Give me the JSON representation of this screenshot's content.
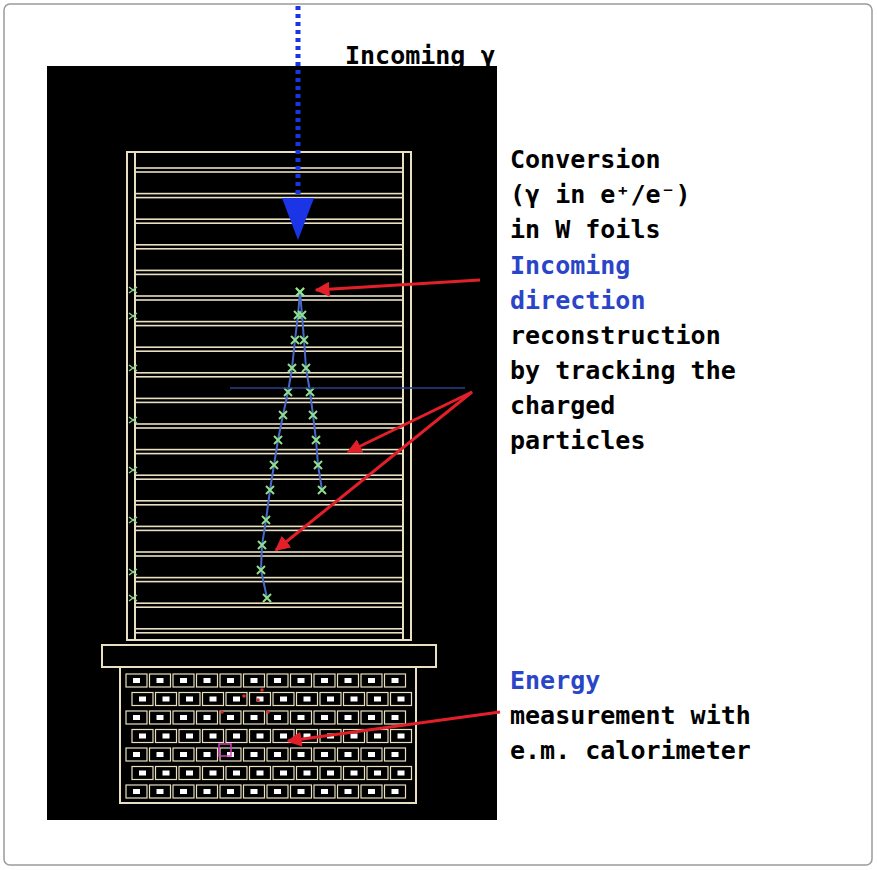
{
  "diagram": {
    "labels": [
      "Incoming γ",
      "Conversion (γ in e⁺/e⁻) in W foils",
      "Incoming direction",
      "reconstruction by tracking the charged particles",
      "Energy",
      "measurement with e.m. calorimeter"
    ]
  }
}
